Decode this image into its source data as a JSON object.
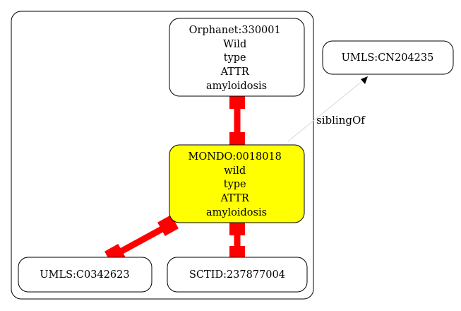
{
  "nodes": {
    "orphanet": {
      "lines": [
        "Orphanet:330001",
        "Wild",
        "type",
        "ATTR",
        "amyloidosis"
      ],
      "fill": "#ffffff"
    },
    "mondo": {
      "lines": [
        "MONDO:0018018",
        "wild",
        "type",
        "ATTR",
        "amyloidosis"
      ],
      "fill": "#ffff00"
    },
    "umls_c": {
      "lines": [
        "UMLS:C0342623"
      ],
      "fill": "#ffffff"
    },
    "sctid": {
      "lines": [
        "SCTID:237877004"
      ],
      "fill": "#ffffff"
    },
    "umls_cn": {
      "lines": [
        "UMLS:CN204235"
      ],
      "fill": "#ffffff"
    }
  },
  "edges": {
    "sibling": {
      "label": "siblingOf"
    }
  },
  "colors": {
    "equivalence_edge": "#ff0000",
    "sibling_edge": "#d9d9d9",
    "highlight": "#ffff00"
  }
}
